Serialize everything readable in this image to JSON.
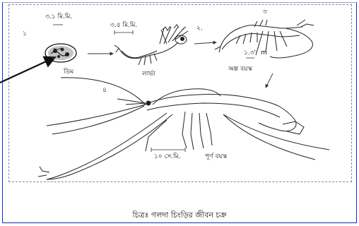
{
  "labels": {
    "n1": "১",
    "n2": "২.",
    "n3": "৩",
    "n4": "৪",
    "egg_scale": "৩.১ মি.মি.",
    "larva_scale": "৩.৫ মি.মি.",
    "juvenile_scale": "১.৩'",
    "juvenile_scale_unit": "m",
    "adult_scale": "১০ সে.মি.",
    "egg": "ডিম",
    "larva": "লার্ভা",
    "juvenile": "অল্প বয়স্ক",
    "adult": "পূর্ণ বয়স্ক"
  },
  "caption": "চিত্রঃ গলদা চিংড়ির জীবন চক্র"
}
